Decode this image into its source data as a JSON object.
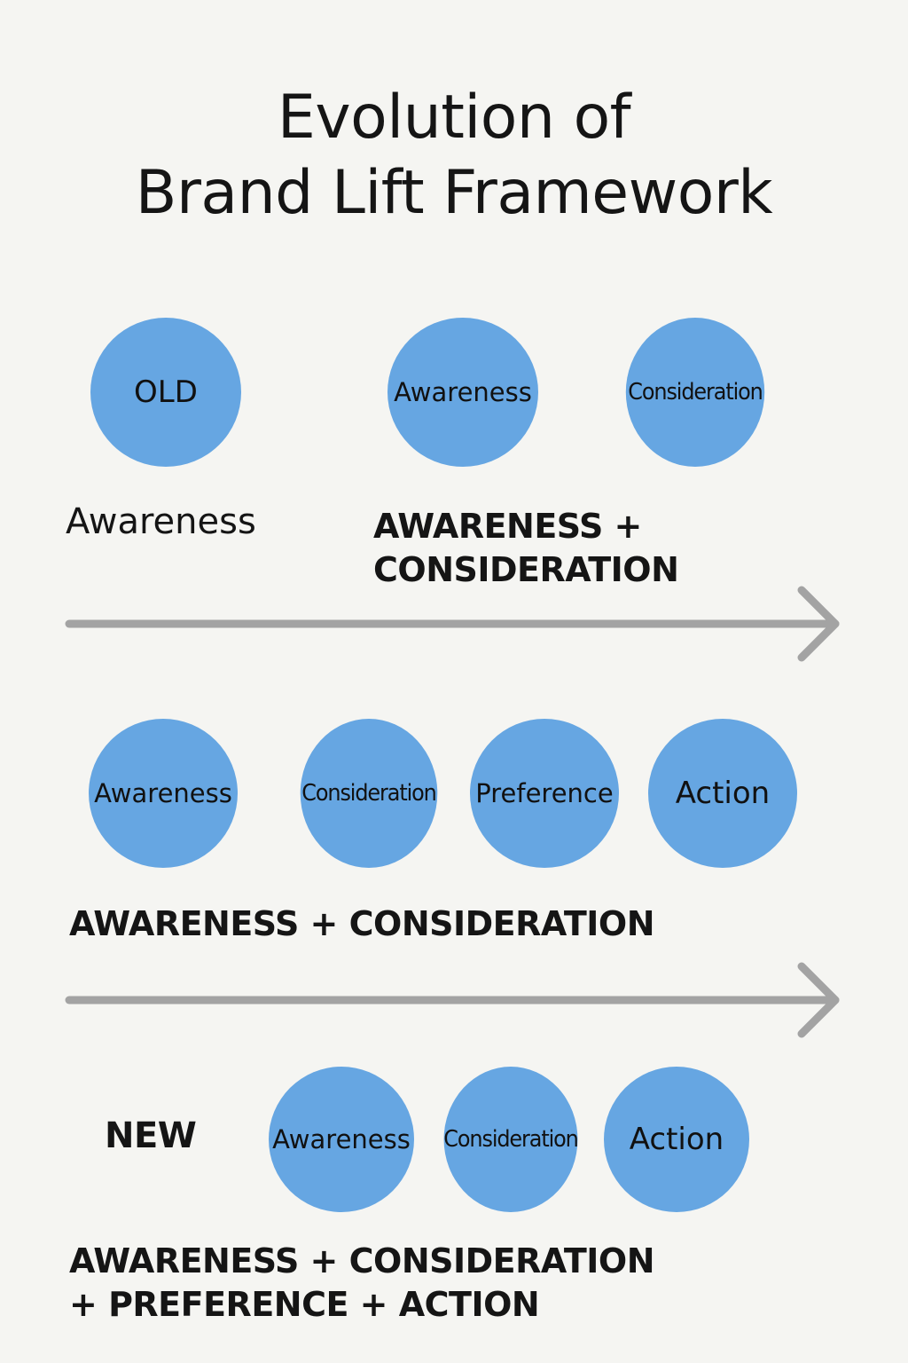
{
  "title": {
    "line1": "Evolution of",
    "line2": "Brand Lift Framework"
  },
  "old_stage": {
    "badge": "OLD",
    "label": "Awareness",
    "circles": [
      "Awareness",
      "Consideration"
    ],
    "caption_line1": "AWARENESS +",
    "caption_line2": "CONSIDERATION"
  },
  "middle_stage": {
    "circles": [
      "Awareness",
      "Consideration",
      "Preference",
      "Action"
    ],
    "caption": "AWARENESS + CONSIDERATION"
  },
  "new_stage": {
    "badge": "NEW",
    "circles": [
      "Awareness",
      "Consideration",
      "Action"
    ],
    "caption_line1": "AWARENESS + CONSIDERATION",
    "caption_line2": "+ PREFERENCE + ACTION"
  },
  "colors": {
    "circle_fill": "#66a6e2",
    "arrow": "#a3a3a3",
    "background": "#f5f5f2",
    "text": "#151515"
  }
}
